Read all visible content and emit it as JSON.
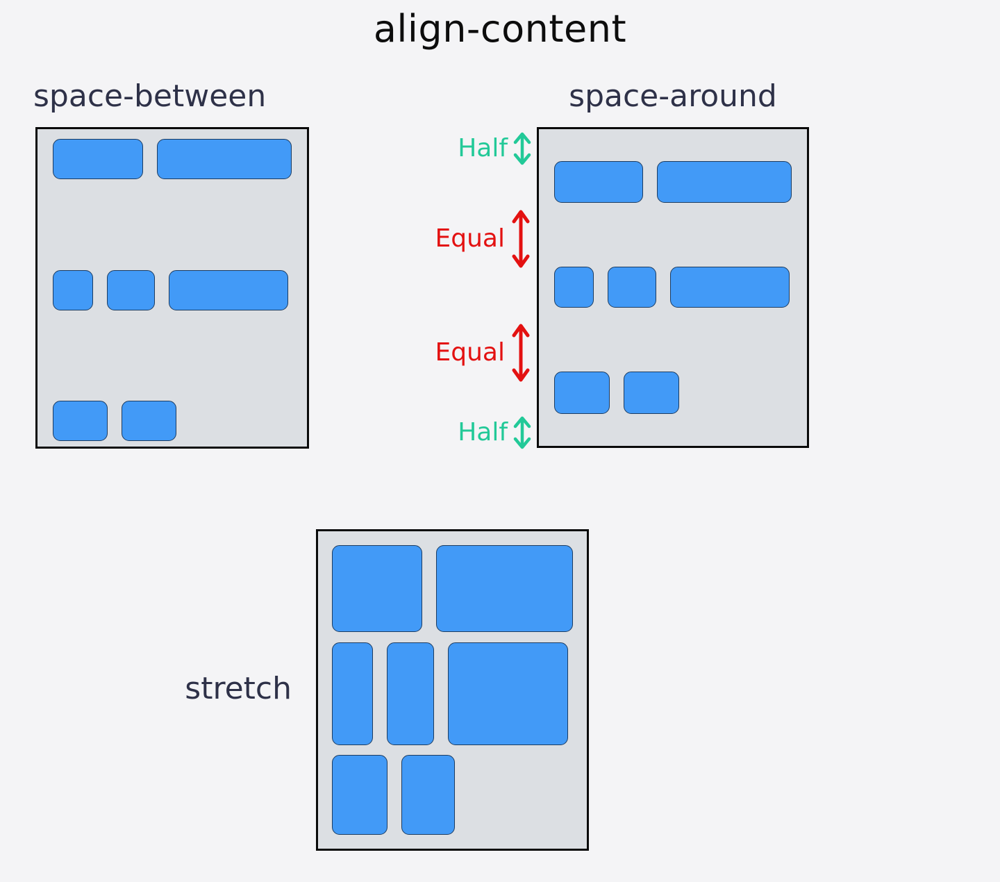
{
  "title": "align-content",
  "panels": {
    "space_between": {
      "label": "space-between",
      "rows": [
        {
          "height": 58,
          "items": [
            130,
            194
          ]
        },
        {
          "height": 58,
          "items": [
            58,
            69,
            172
          ]
        },
        {
          "height": 58,
          "items": [
            79,
            79
          ]
        }
      ]
    },
    "space_around": {
      "label": "space-around",
      "rows": [
        {
          "height": 60,
          "items": [
            128,
            194
          ]
        },
        {
          "height": 59,
          "items": [
            57,
            70,
            172
          ]
        },
        {
          "height": 61,
          "items": [
            80,
            80
          ]
        }
      ]
    },
    "stretch": {
      "label": "stretch",
      "rows": [
        {
          "height": 125,
          "items": [
            130,
            197
          ]
        },
        {
          "height": 148,
          "items": [
            59,
            68,
            173
          ]
        },
        {
          "height": 115,
          "items": [
            80,
            77
          ]
        }
      ]
    }
  },
  "annotations": [
    {
      "id": "half-top",
      "label": "Half",
      "kind": "half"
    },
    {
      "id": "equal-1",
      "label": "Equal",
      "kind": "equal"
    },
    {
      "id": "equal-2",
      "label": "Equal",
      "kind": "equal"
    },
    {
      "id": "half-bottom",
      "label": "Half",
      "kind": "half"
    }
  ],
  "icons": {
    "annotation_arrow": "updown-arrow-icon"
  },
  "colors": {
    "page_bg": "#f4f4f6",
    "container_bg": "#dcdfe3",
    "container_border": "#0a0a0a",
    "item_fill": "#429af7",
    "item_border": "#1b3b60",
    "title": "#0d0d0d",
    "label": "#2e3148",
    "green": "#22c998",
    "red": "#e31111"
  }
}
